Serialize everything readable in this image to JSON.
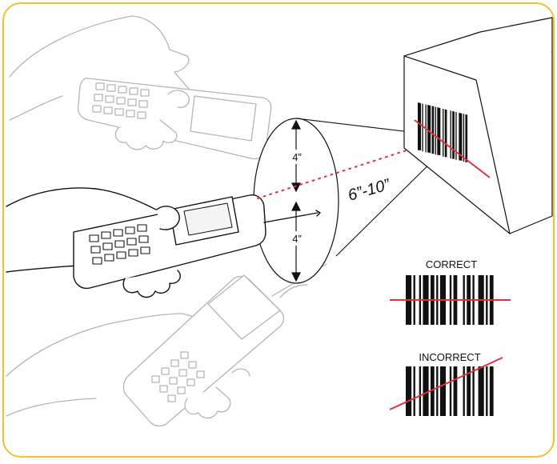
{
  "labels": {
    "distance": "6”-10”",
    "upper_height": "4”",
    "lower_height": "4”",
    "correct": "CORRECT",
    "incorrect": "INCORRECT"
  },
  "colors": {
    "frame": "#f2c230",
    "scan_line": "#e0303a",
    "ink": "#111111",
    "faded_ink": "#b5b5b5"
  }
}
